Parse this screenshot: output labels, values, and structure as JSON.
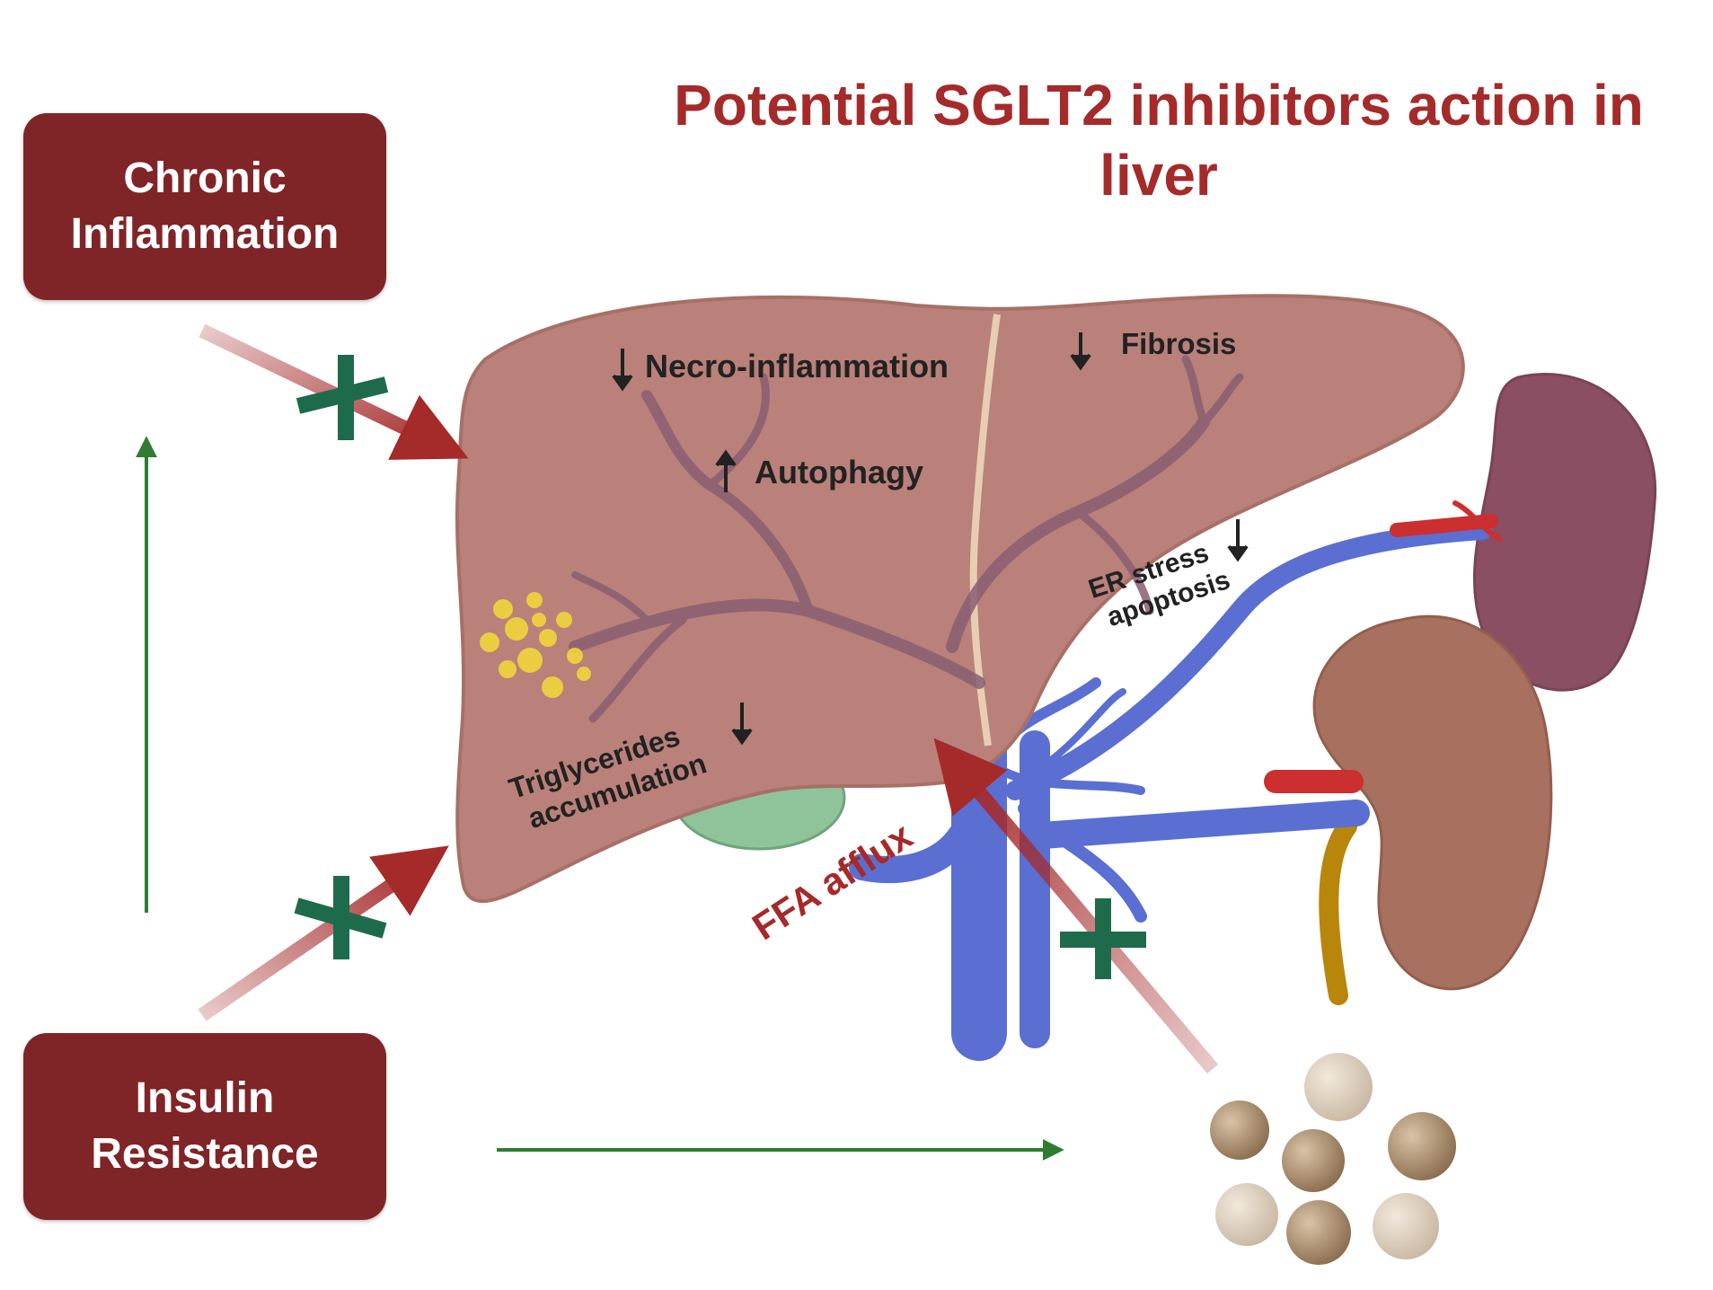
{
  "title": {
    "line1": "Potential SGLT2 inhibitors action in",
    "line2": "liver"
  },
  "boxes": {
    "chronic": {
      "line1": "Chronic",
      "line2": "Inflammation"
    },
    "insulin": {
      "line1": "Insulin",
      "line2": "Resistance"
    }
  },
  "labels": {
    "necro": "Necro-inflammation",
    "autophagy": "Autophagy",
    "fibrosis": "Fibrosis",
    "er_line1": "ER stress",
    "er_line2": "apoptosis",
    "tg_line1": "Triglycerides",
    "tg_line2": "accumulation",
    "ffa": "FFA afflux"
  },
  "colors": {
    "title": "#a52a2a",
    "box": "#7f2427",
    "arrow_red": "#a52a2a",
    "arrow_green": "#2e7d32",
    "block_x": "#1e6b4c",
    "liver": "#b98179",
    "vein": "#5a6fd1",
    "artery": "#cc2f2f",
    "spleen": "#8a4f63",
    "kidney": "#a8705f",
    "fat": "#f2d53c"
  }
}
